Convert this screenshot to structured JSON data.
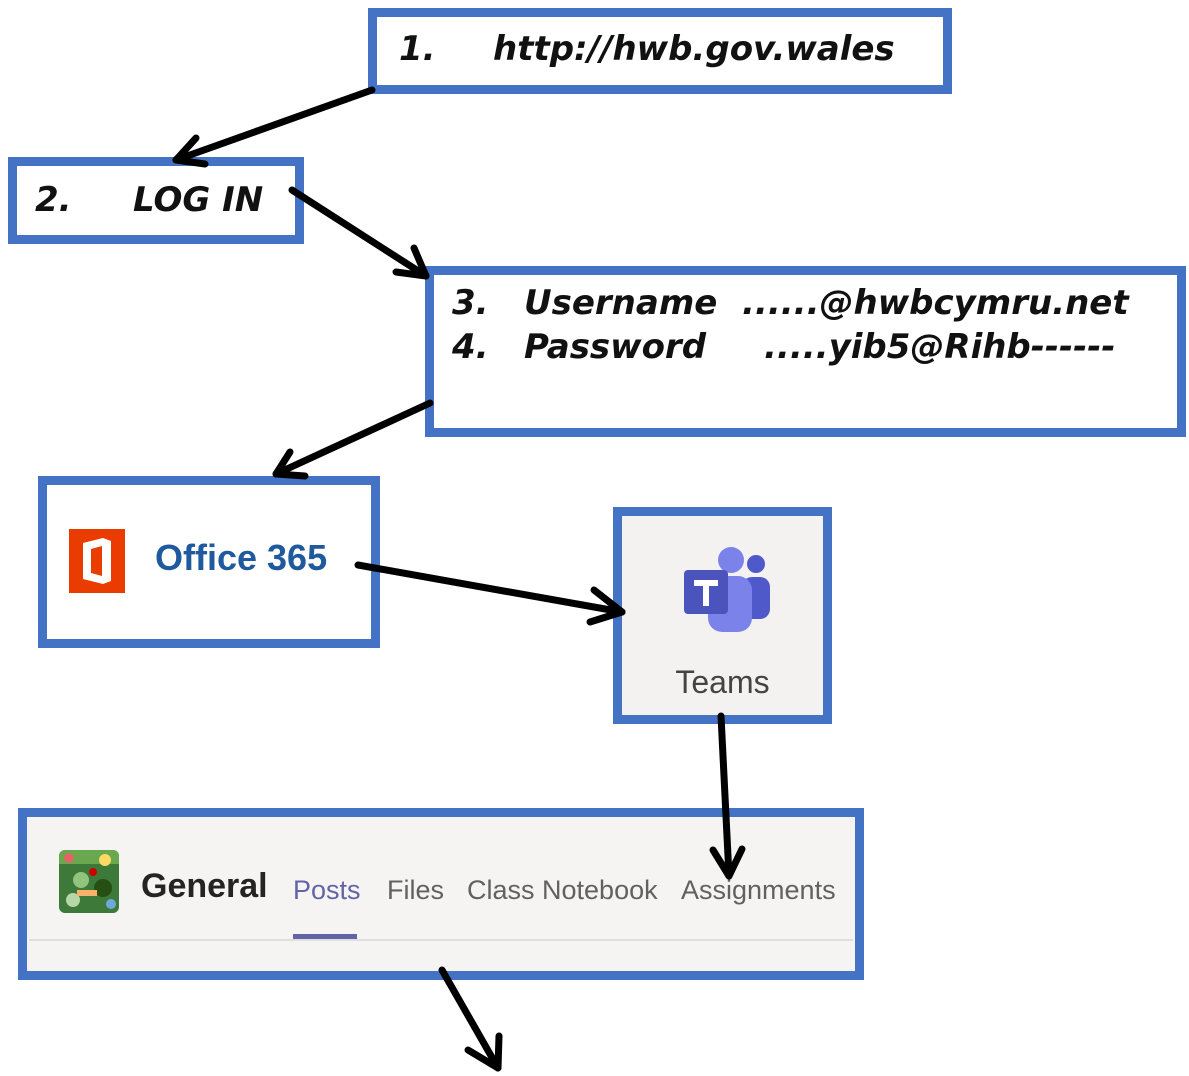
{
  "step1": {
    "num": "1.",
    "text": "http://hwb.gov.wales"
  },
  "step2": {
    "num": "2.",
    "text": "LOG IN"
  },
  "step3": {
    "num": "3.",
    "label": "Username",
    "value": "......@hwbcymru.net"
  },
  "step4": {
    "num": "4.",
    "label": "Password",
    "value": ".....yib5@Rihb------"
  },
  "office": {
    "label": "Office 365",
    "icon": "office-logo-icon",
    "color": "#eb3c00"
  },
  "teams": {
    "label": "Teams",
    "icon": "teams-logo-icon",
    "color": "#5b5fc7"
  },
  "channel": {
    "title": "General",
    "avatar": "class-avatar-image",
    "tabs": [
      {
        "label": "Posts",
        "active": true
      },
      {
        "label": "Files",
        "active": false
      },
      {
        "label": "Class Notebook",
        "active": false
      },
      {
        "label": "Assignments",
        "active": false
      }
    ]
  },
  "colors": {
    "box_border": "#4472c4",
    "arrow": "#000000",
    "tab_active": "#6264a7"
  }
}
